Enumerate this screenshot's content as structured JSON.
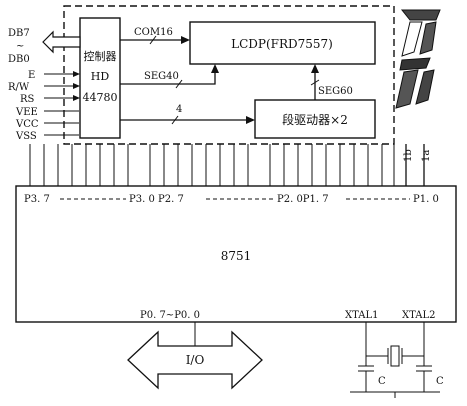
{
  "controller": {
    "line1": "控制器",
    "line2": "HD",
    "line3": "44780"
  },
  "lcd_panel": {
    "label": "LCDP(FRD7557)"
  },
  "segment_driver": {
    "label": "段驱动器×2"
  },
  "mcu": {
    "label": "8751"
  },
  "io_block": {
    "label": "I/O"
  },
  "signals": {
    "com16": "COM16",
    "seg40": "SEG40",
    "seg60": "SEG60",
    "bus_width": "4",
    "db7": "DB7",
    "db_tilde": "~",
    "db0": "DB0",
    "e": "E",
    "rw": "R/W",
    "rs": "RS",
    "vee": "VEE",
    "vcc": "VCC",
    "vss": "VSS"
  },
  "port_labels": {
    "p37": "P3. 7",
    "p30_p27": "P3. 0 P2. 7",
    "p20_p17": "P2. 0P1. 7",
    "p10": "P1. 0",
    "p0": "P0. 7~P0. 0",
    "xtal1": "XTAL1",
    "xtal2": "XTAL2",
    "one_b": "1b",
    "one_a": "1a"
  },
  "crystal": {
    "cap_left": "C",
    "cap_right": "C"
  }
}
